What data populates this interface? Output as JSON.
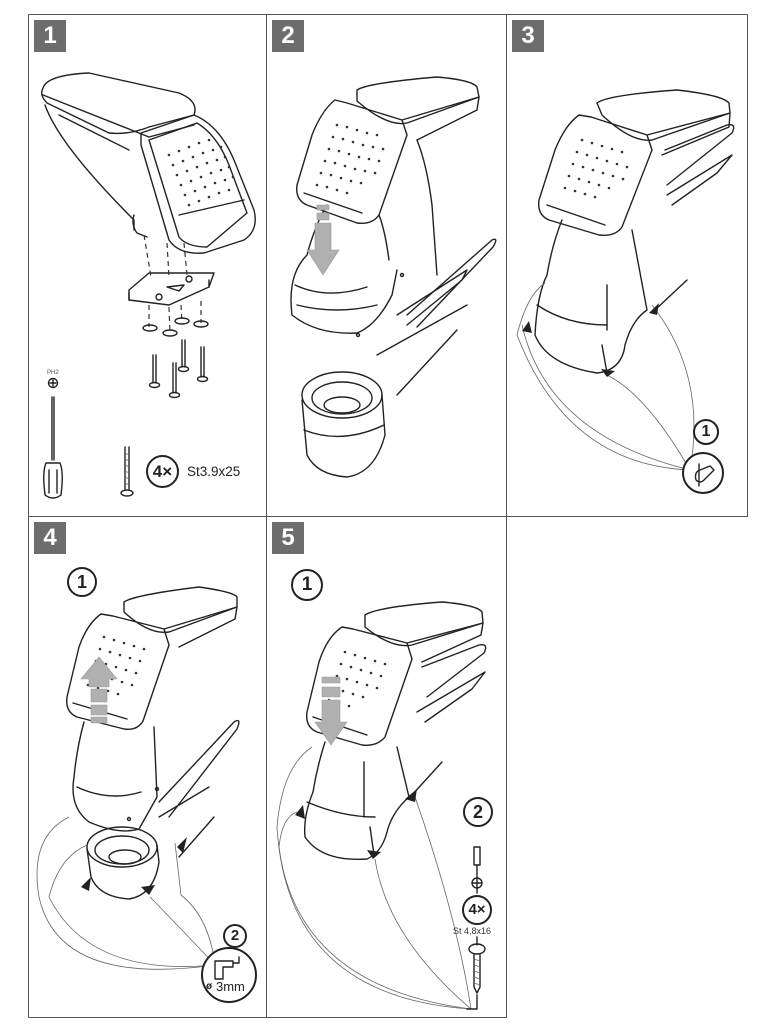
{
  "document": {
    "type": "armrest installation instructions",
    "colors": {
      "badge": "#6d6d6d",
      "line": "#222222",
      "arrow": "#b0b0b0"
    }
  },
  "steps": [
    {
      "number": "1",
      "tool_label": "PH2",
      "screw_count": "4×",
      "screw_spec": "St3.9x25",
      "icons": [
        "armrest-icon",
        "mounting-bracket-icon",
        "screw-icon",
        "washer-icon",
        "screwdriver-icon"
      ]
    },
    {
      "number": "2",
      "icons": [
        "armrest-icon",
        "down-arrow-icon",
        "cup-holder-base-icon"
      ]
    },
    {
      "number": "3",
      "substep": "1",
      "icons": [
        "armrest-icon",
        "marker-pen-icon",
        "mark-point-arrow-icon"
      ]
    },
    {
      "number": "4",
      "substep_a": "1",
      "substep_b": "2",
      "drill_size": "3mm",
      "drill_diameter_symbol": "ø",
      "icons": [
        "armrest-icon",
        "up-arrow-icon",
        "drill-icon"
      ]
    },
    {
      "number": "5",
      "substep_a": "1",
      "substep_b": "2",
      "screw_count": "4×",
      "screw_spec": "St 4,8x16",
      "icons": [
        "armrest-icon",
        "down-arrow-icon",
        "screwdriver-icon",
        "phillips-icon",
        "screw-icon"
      ]
    }
  ]
}
